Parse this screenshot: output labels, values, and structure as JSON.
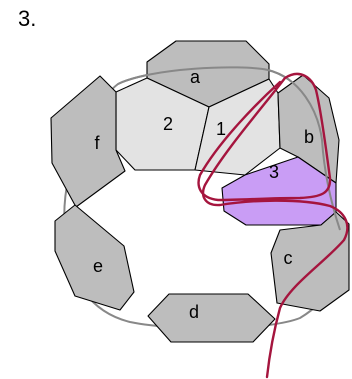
{
  "step": "3.",
  "colors": {
    "dark_tile": "#bdbdbd",
    "light_tile": "#e3e3e3",
    "highlight_tile": "#c99df5",
    "grey_thread": "#888888",
    "red_thread": "#a5153e"
  },
  "tiles": [
    {
      "label": "a",
      "kind": "dark"
    },
    {
      "label": "b",
      "kind": "dark"
    },
    {
      "label": "c",
      "kind": "dark"
    },
    {
      "label": "d",
      "kind": "dark"
    },
    {
      "label": "e",
      "kind": "dark"
    },
    {
      "label": "f",
      "kind": "dark"
    },
    {
      "label": "1",
      "kind": "light"
    },
    {
      "label": "2",
      "kind": "light"
    },
    {
      "label": "3",
      "kind": "highlight"
    }
  ]
}
